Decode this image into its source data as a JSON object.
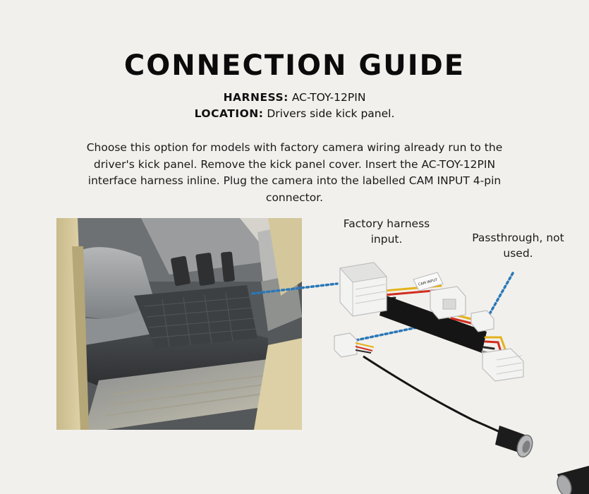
{
  "title": "CONNECTION GUIDE",
  "harness": {
    "label": "HARNESS:",
    "value": "AC-TOY-12PIN"
  },
  "location": {
    "label": "LOCATION:",
    "value": "Drivers side kick panel."
  },
  "description": "Choose this option for models with factory camera wiring already run to the driver's kick panel. Remove the kick panel cover. Insert the AC-TOY-12PIN interface harness inline. Plug the camera into the labelled CAM INPUT 4-pin connector.",
  "callouts": {
    "factory_input": "Factory harness input.",
    "passthrough": "Passthrough, not used."
  },
  "cable_tag": "CAM INPUT",
  "icons": {
    "photo": "vehicle-footwell-photo",
    "harness": "wiring-harness-icon"
  },
  "colors": {
    "background": "#f1f0ec",
    "callout_line": "#2a78b8"
  }
}
